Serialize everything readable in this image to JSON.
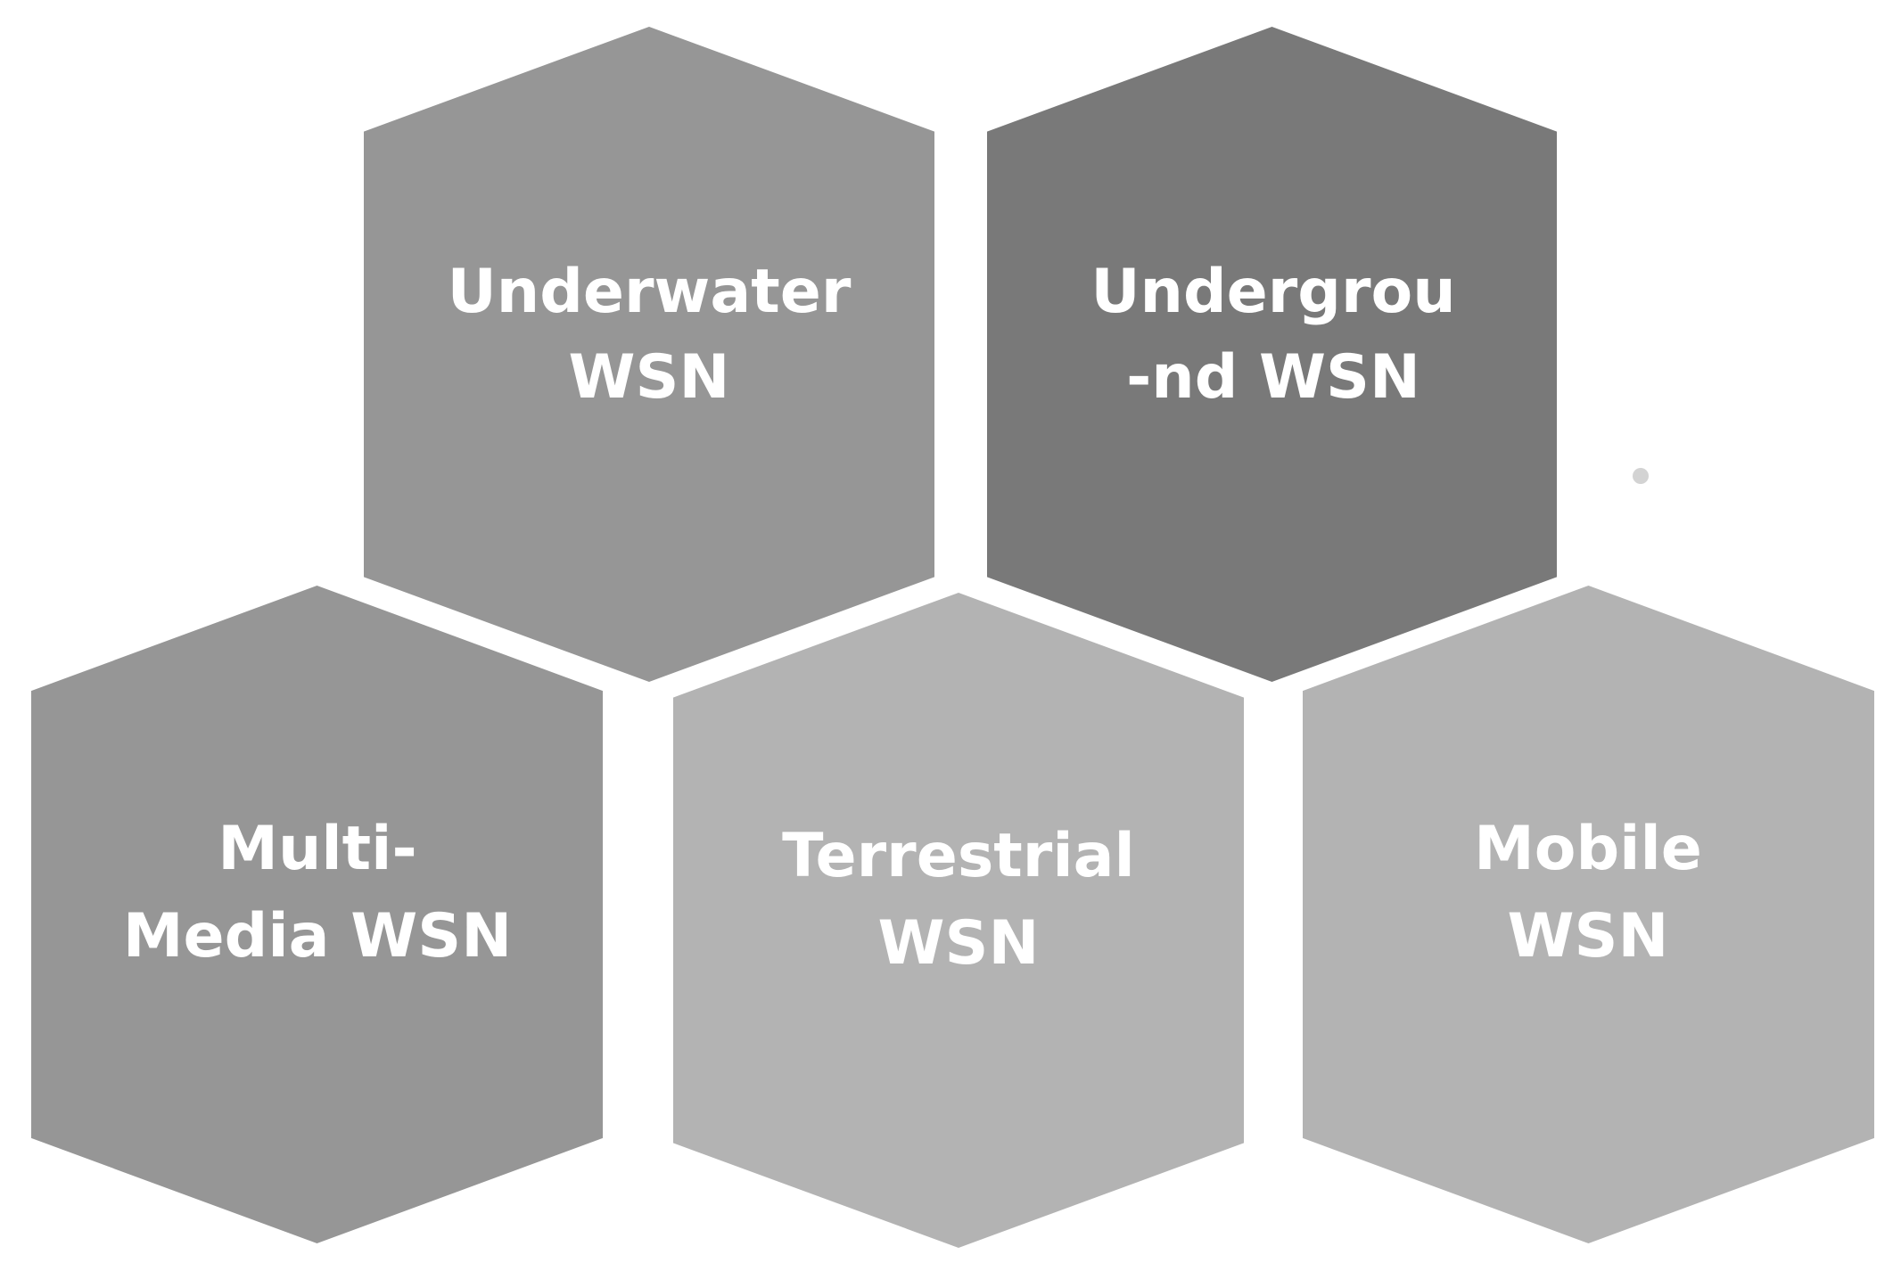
{
  "diagram": {
    "hexagons": [
      {
        "id": "underwater",
        "label_lines": [
          "Underwater",
          "WSN"
        ],
        "color": "#969696"
      },
      {
        "id": "underground",
        "label_lines": [
          "Undergrou",
          "-nd WSN"
        ],
        "color": "#797979"
      },
      {
        "id": "multimedia",
        "label_lines": [
          "Multi-",
          "Media WSN"
        ],
        "color": "#969696"
      },
      {
        "id": "terrestrial",
        "label_lines": [
          "Terrestrial",
          "WSN"
        ],
        "color": "#b3b3b3"
      },
      {
        "id": "mobile",
        "label_lines": [
          "Mobile",
          "WSN"
        ],
        "color": "#b3b3b3"
      }
    ],
    "dot_color": "#d3d3d3"
  }
}
